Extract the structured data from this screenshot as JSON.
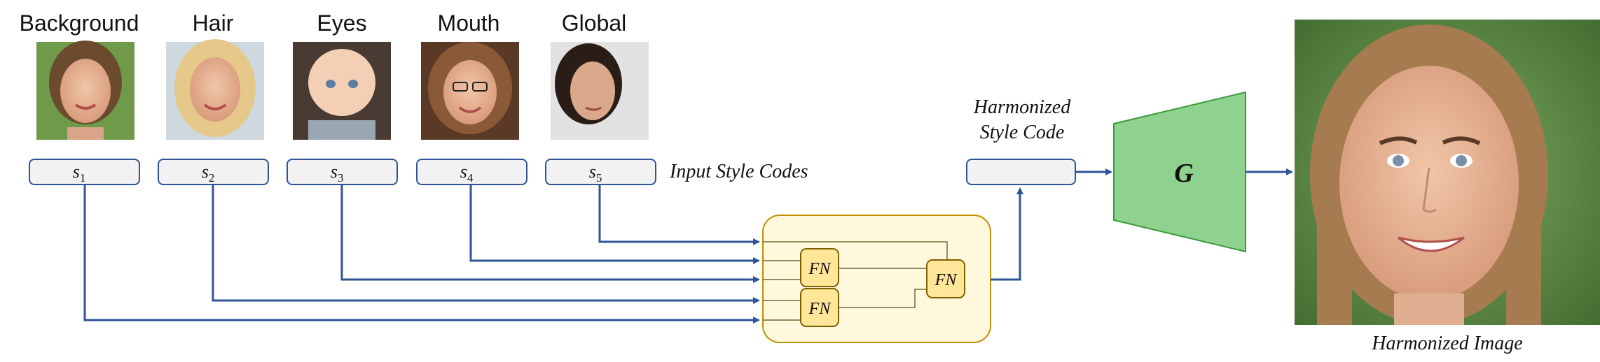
{
  "column_labels": [
    "Background",
    "Hair",
    "Eyes",
    "Mouth",
    "Global"
  ],
  "style_codes": [
    {
      "symbol": "s",
      "subscript": "1"
    },
    {
      "symbol": "s",
      "subscript": "2"
    },
    {
      "symbol": "s",
      "subscript": "3"
    },
    {
      "symbol": "s",
      "subscript": "4"
    },
    {
      "symbol": "s",
      "subscript": "5"
    }
  ],
  "input_style_codes_label": "Input Style Codes",
  "harmonized_style_code_label": [
    "Harmonized",
    "Style Code"
  ],
  "fn_label": "FN",
  "generator_label": "G",
  "harmonized_image_label": "Harmonized Image",
  "colors": {
    "arrow": "#2f5597",
    "code_box_fill": "#f2f2f2",
    "code_box_stroke": "#2f5597",
    "fusion_fill": "#fff8dc",
    "fusion_stroke": "#bf9000",
    "fn_fill": "#ffe699",
    "generator_fill": "#8fd18f",
    "generator_stroke": "#3a9a3a"
  }
}
